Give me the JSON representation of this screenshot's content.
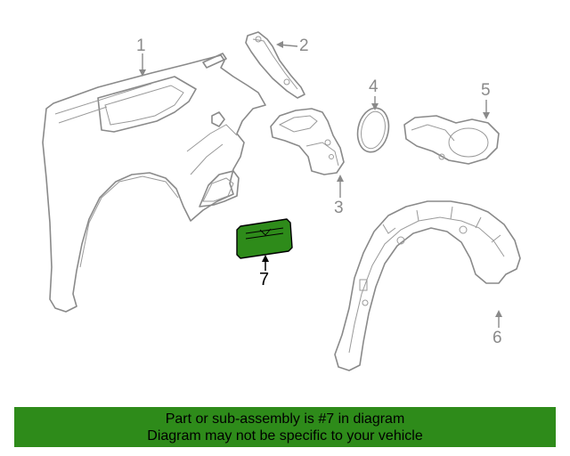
{
  "diagram": {
    "callouts": [
      {
        "id": "1",
        "label": "1"
      },
      {
        "id": "2",
        "label": "2"
      },
      {
        "id": "3",
        "label": "3"
      },
      {
        "id": "4",
        "label": "4"
      },
      {
        "id": "5",
        "label": "5"
      },
      {
        "id": "6",
        "label": "6"
      },
      {
        "id": "7",
        "label": "7"
      }
    ],
    "highlighted_part": "7",
    "highlight_color": "#2e8b1a",
    "line_color": "#8a8a8a"
  },
  "banner": {
    "line1": "Part or sub-assembly is #7 in diagram",
    "line2": "Diagram may not be specific to your vehicle",
    "background": "#2e8b1a"
  }
}
